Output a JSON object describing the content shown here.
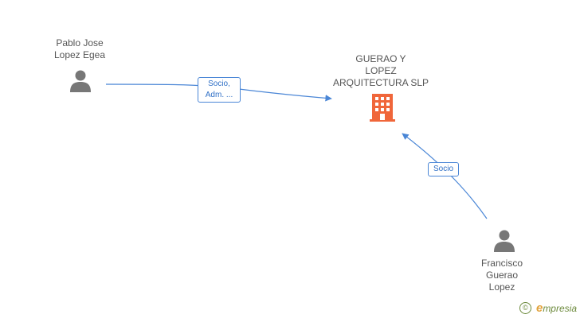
{
  "nodes": {
    "person_1": {
      "label": "Pablo Jose\nLopez Egea"
    },
    "company": {
      "label": "GUERAO Y\nLOPEZ\nARQUITECTURA SLP"
    },
    "person_2": {
      "label": "Francisco\nGuerao\nLopez"
    }
  },
  "edges": [
    {
      "label": "Socio,\nAdm. ...",
      "from": "Pablo Jose Lopez Egea",
      "to": "GUERAO Y LOPEZ ARQUITECTURA SLP"
    },
    {
      "label": "Socio",
      "from": "Francisco Guerao Lopez",
      "to": "GUERAO Y LOPEZ ARQUITECTURA SLP"
    }
  ],
  "colors": {
    "edge": "#4a86d6",
    "person": "#777777",
    "company": "#f0663a"
  },
  "icons": {
    "person": "person-icon",
    "company": "building-icon"
  },
  "watermark": {
    "symbol": "©",
    "brand_initial": "e",
    "brand_rest": "mpresia"
  }
}
